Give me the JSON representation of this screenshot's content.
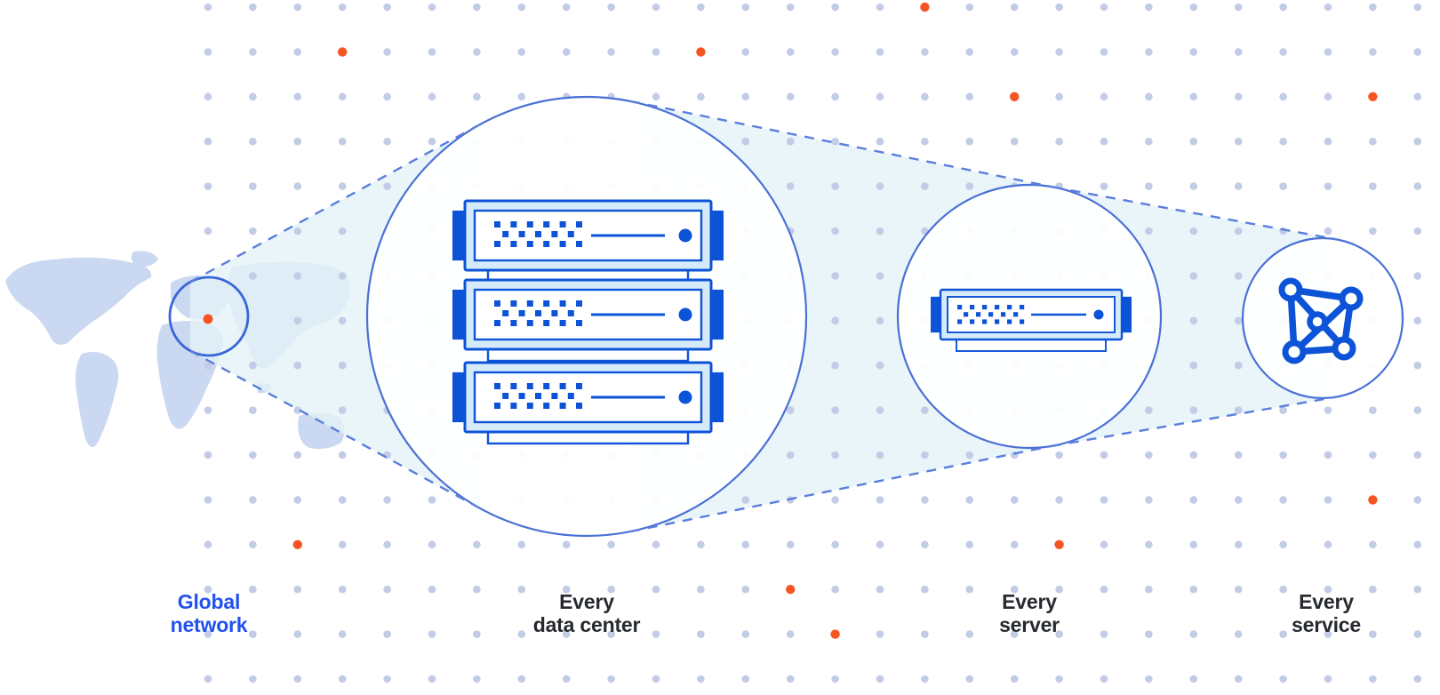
{
  "diagram": {
    "stages": [
      {
        "id": "global-network",
        "line1": "Global",
        "line2": "network",
        "emphasized": true,
        "icon": "world-map-focus-circle"
      },
      {
        "id": "every-data-center",
        "line1": "Every",
        "line2": "data center",
        "emphasized": false,
        "icon": "server-rack-icon"
      },
      {
        "id": "every-server",
        "line1": "Every",
        "line2": "server",
        "emphasized": false,
        "icon": "server-icon"
      },
      {
        "id": "every-service",
        "line1": "Every",
        "line2": "service",
        "emphasized": false,
        "icon": "mesh-network-icon"
      }
    ],
    "icons": [
      "world-map",
      "location-dot-icon",
      "zoom-beam",
      "server-rack-icon",
      "server-icon",
      "mesh-network-icon"
    ]
  },
  "colors": {
    "background": "#ffffff",
    "grid_dot": "#c2cce6",
    "accent_orange": "#f65523",
    "map_land": "#cbd8f1",
    "beam_fill": "#e3f2f8",
    "circle_stroke": "#4a70d6",
    "map_circle_stroke": "#3766d8",
    "dash_stroke": "#5b7edc",
    "device_blue": "#0d53d8",
    "device_frame": "#d5ebf9",
    "device_panel": "#ffffff",
    "label_dark": "#26292e",
    "label_blue": "#2151f0"
  }
}
